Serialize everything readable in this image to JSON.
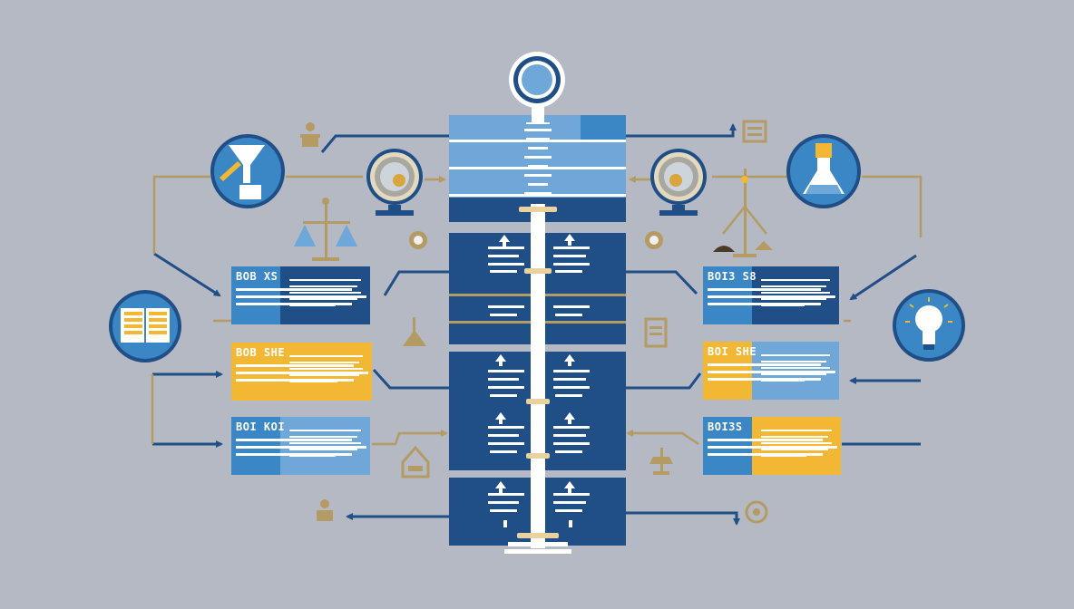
{
  "colors": {
    "background": "#b5b9c3",
    "navy": "#1f4f86",
    "blue": "#3b86c4",
    "light_blue": "#6ea7d8",
    "yellow": "#f2b833",
    "gold": "#b49a63"
  },
  "icons": {
    "top_node": "magnifier-icon",
    "left_circle_top": "funnel-flask-icon",
    "right_circle_top": "beaker-icon",
    "left_circle_mid": "open-book-icon",
    "right_circle_mid": "lightbulb-icon",
    "left_lens": "globe-lens-icon",
    "right_lens": "globe-lens-icon",
    "scales": "balance-scale-icon"
  },
  "cards": {
    "left_1": {
      "title": "BOB XS"
    },
    "left_2": {
      "title": "BOB SHE"
    },
    "left_3": {
      "title": "BOI KOI"
    },
    "right_1": {
      "title": "BOI3 S8"
    },
    "right_2": {
      "title": "BOI SHE"
    },
    "right_3": {
      "title": "BOI3S"
    }
  }
}
